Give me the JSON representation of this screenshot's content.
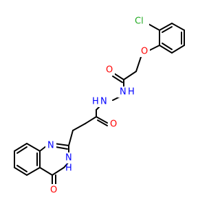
{
  "molecule": {
    "colors": {
      "bond": "#000000",
      "carbon": "#000000",
      "oxygen": "#ff0000",
      "nitrogen": "#0000ff",
      "chlorine": "#22aa22"
    },
    "atoms": {
      "cl": "Cl",
      "o_ether": "O",
      "o_carbonyl_1": "O",
      "nh_1": "H",
      "n_1": "N",
      "nh_2_h": "H",
      "nh_2": "N",
      "o_carbonyl_2": "O",
      "n_ring_1": "N",
      "nh_ring": "N",
      "nh_ring_h": "H",
      "o_carbonyl_3": "O"
    }
  }
}
